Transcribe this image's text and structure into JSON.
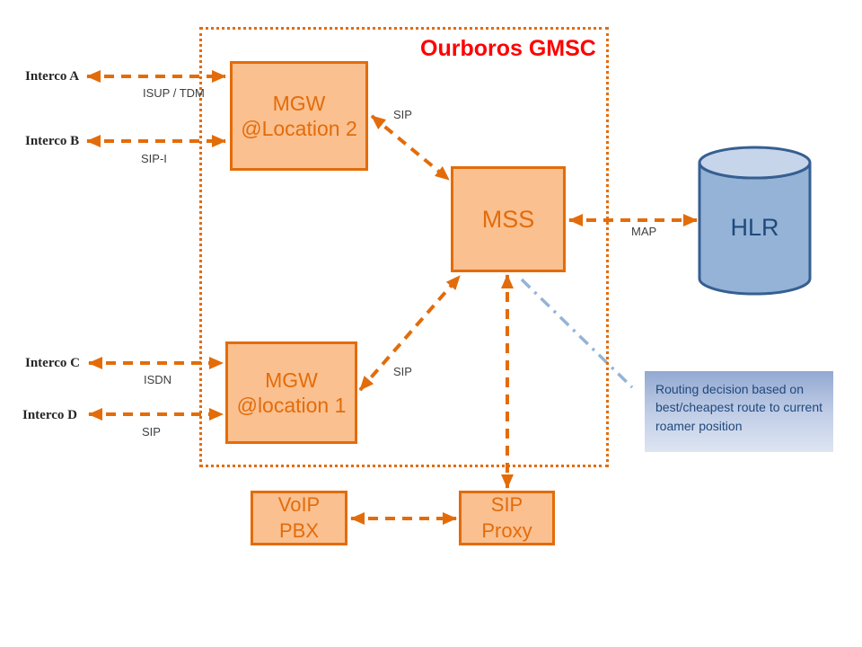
{
  "title": "Ourboros GMSC",
  "nodes": {
    "mgw2": {
      "line1": "MGW",
      "line2": "@Location 2"
    },
    "mgw1": {
      "line1": "MGW",
      "line2": "@location 1"
    },
    "mss": {
      "label": "MSS"
    },
    "hlr": {
      "label": "HLR"
    },
    "voip_pbx": {
      "line1": "VoIP",
      "line2": "PBX"
    },
    "sip_proxy": {
      "line1": "SIP",
      "line2": "Proxy"
    }
  },
  "interco": [
    {
      "label": "Interco A",
      "protocol": "ISUP / TDM"
    },
    {
      "label": "Interco B",
      "protocol": "SIP-I"
    },
    {
      "label": "Interco C",
      "protocol": "ISDN"
    },
    {
      "label": "Interco D",
      "protocol": "SIP"
    }
  ],
  "links": {
    "mgw2_mss": "SIP",
    "mgw1_mss": "SIP",
    "mss_hlr": "MAP"
  },
  "note": "Routing decision based on best/cheapest route to current roamer position",
  "colors": {
    "orange": "#E36C0A",
    "orange_fill": "#FAC090",
    "title_red": "#FF0000",
    "hlr_fill": "#95B3D7",
    "hlr_top_fill": "#C6D5EA",
    "hlr_border": "#365F91",
    "blue_text": "#1F497D",
    "callout_line": "#95B3D7"
  }
}
